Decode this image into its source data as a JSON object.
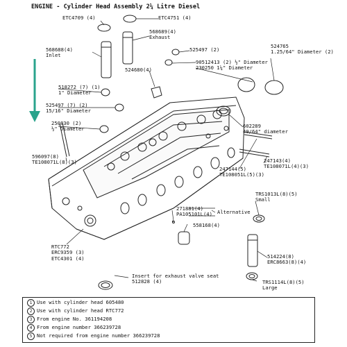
{
  "title": "ENGINE - Cylinder Head Assembly 2¼ Litre Diesel",
  "colors": {
    "ink": "#222222",
    "arrow": "#2aa38c",
    "paper": "#ffffff"
  },
  "labels": {
    "etc4709": "ETC4709 (4)",
    "etc4751": "ETC4751 (4)",
    "p568689": [
      "568689(4)",
      "Exhaust"
    ],
    "p568688": [
      "568688(4)",
      "Inlet"
    ],
    "p525497a": "525497 (2)",
    "p524765": [
      "524765",
      "1.25/64\" Diameter (2)"
    ],
    "p524680": "524680(4)",
    "p90512413": [
      "90512413 (2) ½\" Diameter",
      "230250 1¼\" Diameter"
    ],
    "p518272": [
      "518272 (7) (1)",
      "1\" Diameter"
    ],
    "p525497b": [
      "525497 (7) (2)",
      "15/16\" Diameter"
    ],
    "p250830": [
      "250830 (2)",
      "½\" Diameter"
    ],
    "p602289": [
      "602289",
      "49/64\" diameter"
    ],
    "p596097": [
      "596097(8)",
      "TE108071L(8)(3)"
    ],
    "p247143": [
      "247143(4)",
      "TE108071L(4)(3)"
    ],
    "p247144": [
      "247144(5)",
      "TE108051L(5)(3)"
    ],
    "trs1013": [
      "TRS1013L(8)(5)",
      "Small"
    ],
    "p271881": [
      "271881(4)",
      "PA105101L(4)"
    ],
    "alternative": "Alternative",
    "p558168": "558168(4)",
    "rtc772": [
      "RTC772",
      "ERC9359 (3)",
      "ETC4301 (4)"
    ],
    "p514224": [
      "514224(8)",
      "ERC8663(8)(4)"
    ],
    "insert": [
      "Insert for exhaust valve seat",
      "512828 (4)"
    ],
    "trs1114": [
      "TRS1114L(8)(5)",
      "Large"
    ]
  },
  "key": [
    {
      "n": "1",
      "text": "Use with cylinder head 605480"
    },
    {
      "n": "2",
      "text": "Use with cylinder head RTC772"
    },
    {
      "n": "3",
      "text": "From engine No. 361194208"
    },
    {
      "n": "4",
      "text": "From engine number 366239728"
    },
    {
      "n": "5",
      "text": "Not required from engine number 366239728"
    }
  ]
}
